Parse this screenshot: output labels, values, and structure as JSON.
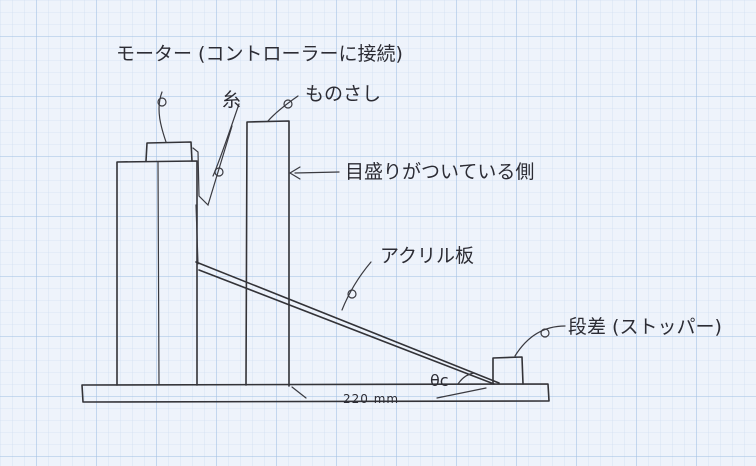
{
  "labels": {
    "motor": "モーター (コントローラーに接続)",
    "string": "糸",
    "ruler": "ものさし",
    "scale_side": "目盛りがついている側",
    "acrylic": "アクリル板",
    "step": "段差 (ストッパー)",
    "distance": "220 mm",
    "angle": "θc"
  },
  "colors": {
    "paper": "#eef3fb",
    "grid_minor": "#c8d9ef",
    "grid_major": "#9fbfe3",
    "ink": "#333338"
  }
}
